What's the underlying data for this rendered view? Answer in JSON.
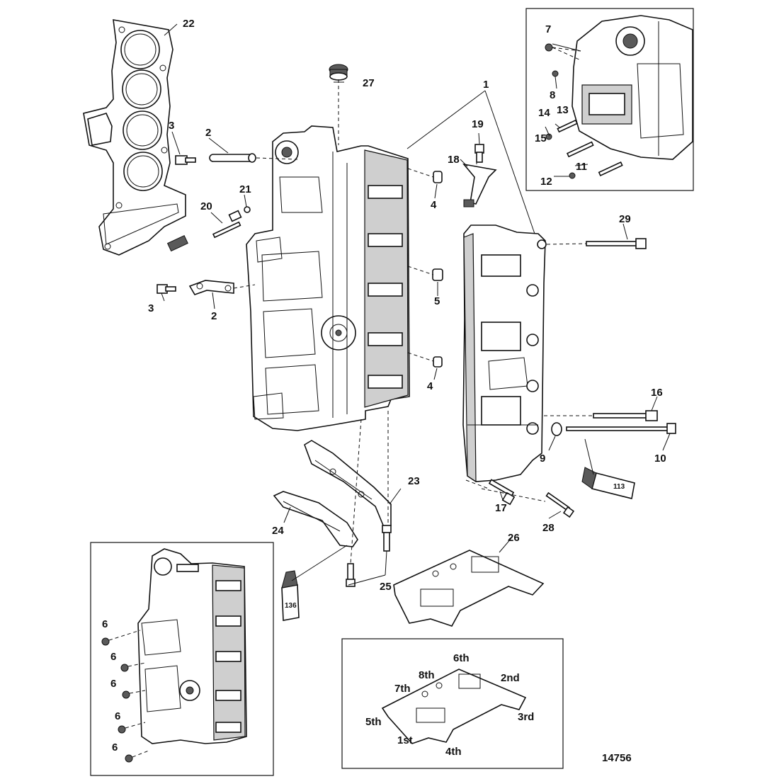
{
  "figure_id": "14756",
  "callouts": {
    "c1": "1",
    "c2a": "2",
    "c2b": "2",
    "c3a": "3",
    "c3b": "3",
    "c4a": "4",
    "c4b": "4",
    "c5": "5",
    "c6a": "6",
    "c6b": "6",
    "c6c": "6",
    "c6d": "6",
    "c6e": "6",
    "c7": "7",
    "c8": "8",
    "c9": "9",
    "c10": "10",
    "c11": "11",
    "c12": "12",
    "c13": "13",
    "c14": "14",
    "c15": "15",
    "c16": "16",
    "c17": "17",
    "c18": "18",
    "c19": "19",
    "c20": "20",
    "c21": "21",
    "c22": "22",
    "c23": "23",
    "c24": "24",
    "c25": "25",
    "c26": "26",
    "c27": "27",
    "c28": "28",
    "c29": "29"
  },
  "sealant_tubes": {
    "left": "136",
    "right": "113"
  },
  "torque_sequence": [
    "1st",
    "2nd",
    "3rd",
    "4th",
    "5th",
    "6th",
    "7th",
    "8th"
  ]
}
